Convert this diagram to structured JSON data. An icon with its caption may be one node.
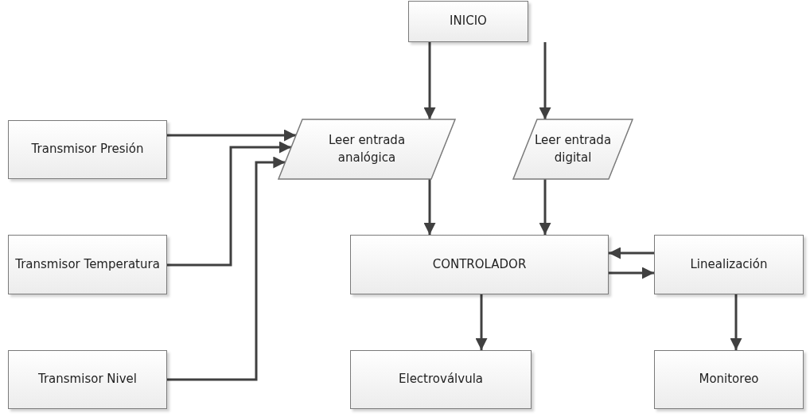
{
  "diagram": {
    "nodes": [
      {
        "text": [
          "INICIO"
        ]
      },
      {
        "text": [
          "Transmisor Presión"
        ]
      },
      {
        "text": [
          "Transmisor Temperatura"
        ]
      },
      {
        "text": [
          "Transmisor Nivel"
        ]
      },
      {
        "text": [
          "Leer entrada analógica"
        ]
      },
      {
        "text": [
          "Leer entrada digital"
        ]
      },
      {
        "text": [
          "CONTROLADOR"
        ]
      },
      {
        "text": [
          "Linealización"
        ]
      },
      {
        "text": [
          "Electroválvula"
        ]
      },
      {
        "text": [
          "Monitoreo"
        ]
      }
    ],
    "edges": [
      {
        "from": 0,
        "to": 4,
        "arrow": "to"
      },
      {
        "from": 0,
        "to": 5,
        "arrow": "to"
      },
      {
        "from": 1,
        "to": 4,
        "arrow": "to"
      },
      {
        "from": 2,
        "to": 4,
        "arrow": "to"
      },
      {
        "from": 3,
        "to": 4,
        "arrow": "to"
      },
      {
        "from": 4,
        "to": 6,
        "arrow": "to"
      },
      {
        "from": 5,
        "to": 6,
        "arrow": "to"
      },
      {
        "from": 6,
        "to": 7,
        "arrow": "to"
      },
      {
        "from": 7,
        "to": 6,
        "arrow": "to"
      },
      {
        "from": 6,
        "to": 8,
        "arrow": "to"
      },
      {
        "from": 7,
        "to": 9,
        "arrow": "to"
      }
    ]
  }
}
